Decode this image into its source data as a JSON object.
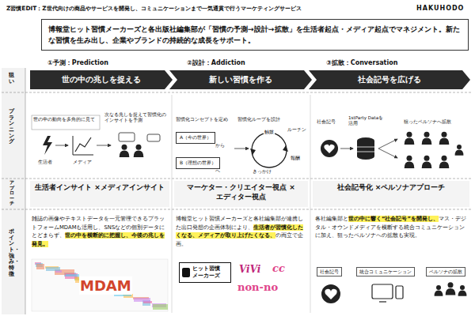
{
  "diagram": {
    "title": "Z習慣EDIT：Z世代向けの商品やサービスを開発し、コミュニケーションまで一気通貫で行うマーケティングサービス",
    "nodes": [
      {
        "text": [
          "博報堂ヒット習慣メーカーズと各出版社編集部が「習慣の予測→設計→拡散」を生活者起点・メディア起点でマネジメント。新たな習慣を生み出し、企業やブランドの持続的な成長をサポート。"
        ]
      },
      {
        "text": [
          "世の中の兆しを捉える"
        ]
      },
      {
        "text": [
          "新しい習慣を作る"
        ]
      },
      {
        "text": [
          "社会記号を広げる"
        ]
      },
      {
        "text": [
          "A（今の世界）"
        ]
      },
      {
        "text": [
          "B（理想の世界）"
        ]
      },
      {
        "text": [
          "ヒット習慣 メーカーズ"
        ]
      }
    ],
    "labels": [
      "HAKUHODO",
      "狙い",
      "プランニング",
      "アプローチ",
      "ポイント・強み・特徴",
      "①予測：Prediction",
      "②設計：Addiction",
      "③拡散：Conversation",
      "世の中の動向を多角的に見て",
      "生活者",
      "メディア",
      "次なる兆しを捉えて習慣化のインサイトを予測",
      "習慣化コンセプトを定め",
      "習慣化ループを設計",
      "から",
      "へ",
      "ルーチン",
      "触媒",
      "報酬",
      "きっかけ",
      "社会記号",
      "1stParty Dataを活用",
      "狙ったペルソナへ拡散",
      "生活者インサイト ×メディアインサイト",
      "マーケター・クリエイター視点 ×エディター視点",
      "社会記号化 ×ペルソナアプローチ",
      "雑誌の画像やテキストデータを一元管理できるプラットフォームMDAMも活用し、SNSなどの個別データにとどまらず、",
      "世の中を横断的に把握し、今後の兆しを発見。",
      "博報堂ヒット習慣メーカーズと各社編集部が連携した出口発想の企画体制により、",
      "生活者が習慣化したくなる、メディアが取り上げたくなる、",
      "の両立で企画。",
      "各社編集部と",
      "世の中に響く“社会記号”を開発し、",
      "マス・デジタル・オウンドメディアを横断する統合コミュニケーションに加え、狙ったペルソナへの拡散も実現。",
      "MDAM",
      "ViVi",
      "cc",
      "non-no",
      "社会記号",
      "統合コミュニケーション",
      "ペルソナの拡散"
    ]
  }
}
